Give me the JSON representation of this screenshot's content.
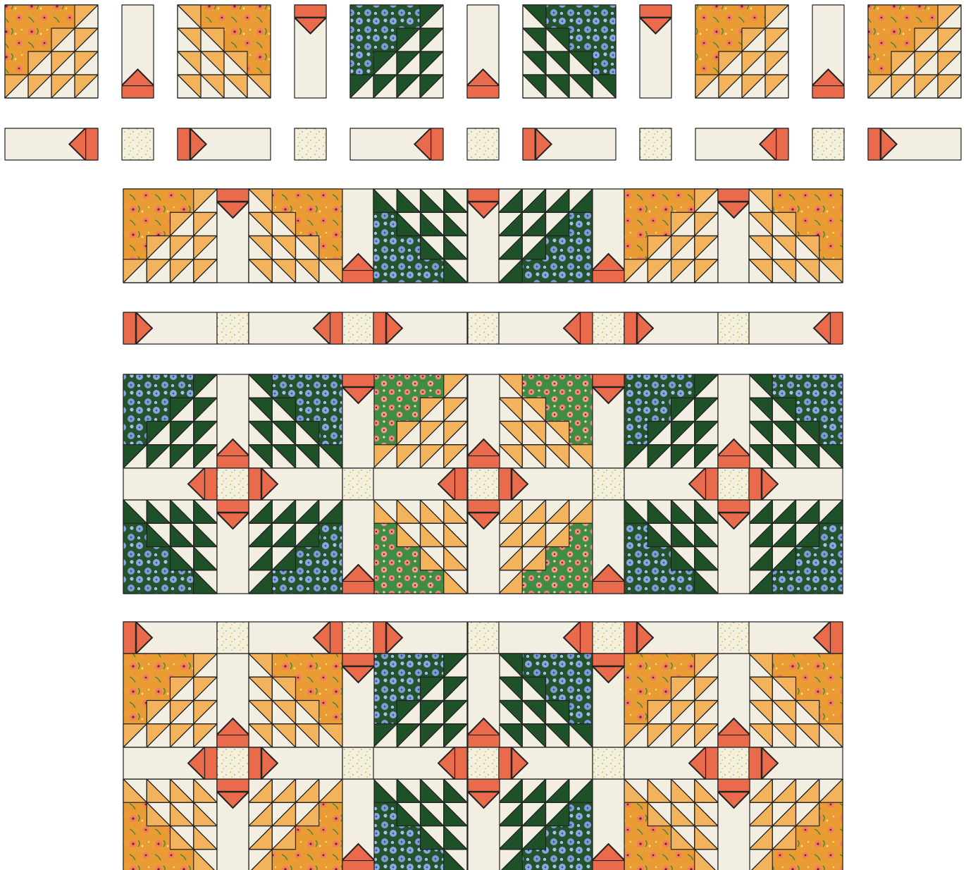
{
  "palette": {
    "background": "#f3eee2",
    "cream": "#f3eee2",
    "gold": "#f2b35c",
    "orange_floral": "#ea9b34",
    "coral": "#ea6a4c",
    "forest": "#1f5128",
    "blue_floral": "#7fa3d9",
    "pink_floral": "#3f8c42",
    "dot_print": "#f4f0dc",
    "outline": "#222222"
  },
  "blocks": [
    {
      "kind": "bear-paw",
      "colorway": "orange-floral",
      "count": 6
    },
    {
      "kind": "bear-paw",
      "colorway": "blue-floral",
      "count": 7
    },
    {
      "kind": "bear-paw",
      "colorway": "pink-floral",
      "count": 4
    },
    {
      "kind": "flying-geese-sashing",
      "colorway": "coral",
      "count": 24
    },
    {
      "kind": "cornerstone",
      "colorway": "dot-print",
      "count": 10
    }
  ]
}
